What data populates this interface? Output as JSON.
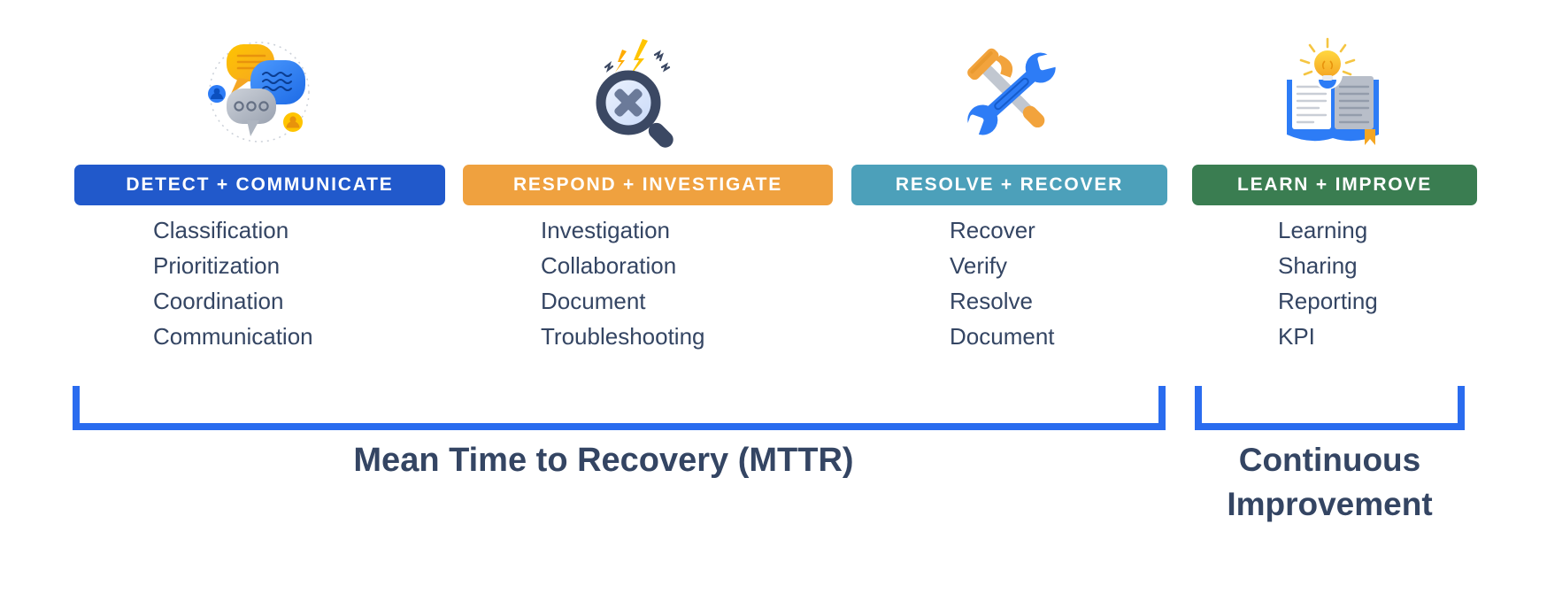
{
  "title": "Incident management phases diagram",
  "colors": {
    "detect_header": "#2159CB",
    "respond_header": "#EFA13F",
    "resolve_header": "#4CA0BA",
    "learn_header": "#3A7D51",
    "bracket_blue": "#2A6CEF",
    "body_text": "#344563"
  },
  "columns": [
    {
      "icon": "speech-bubbles-icon",
      "header": "DETECT + COMMUNICATE",
      "items": [
        "Classification",
        "Prioritization",
        "Coordination",
        "Communication"
      ]
    },
    {
      "icon": "magnifier-error-icon",
      "header": "RESPOND + INVESTIGATE",
      "items": [
        "Investigation",
        "Collaboration",
        "Document",
        "Troubleshooting"
      ]
    },
    {
      "icon": "hammer-wrench-icon",
      "header": "RESOLVE + RECOVER",
      "items": [
        "Recover",
        "Verify",
        "Resolve",
        "Document"
      ]
    },
    {
      "icon": "book-lightbulb-icon",
      "header": "LEARN + IMPROVE",
      "items": [
        "Learning",
        "Sharing",
        "Reporting",
        "KPI"
      ]
    }
  ],
  "brackets": {
    "mttr_label": "Mean Time to Recovery (MTTR)",
    "ci_label_line1": "Continuous",
    "ci_label_line2": "Improvement"
  }
}
